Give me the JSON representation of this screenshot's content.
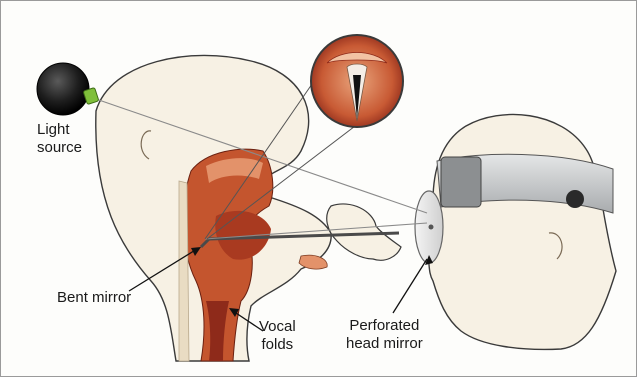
{
  "labels": {
    "light_source": "Light\nsource",
    "bent_mirror": "Bent mirror",
    "vocal_folds": "Vocal\nfolds",
    "head_mirror": "Perforated\nhead mirror"
  },
  "colors": {
    "outline": "#3a3a3a",
    "skin": "#f7f1e4",
    "tissue_dark": "#8e2a1a",
    "tissue_mid": "#c4552e",
    "tissue_light": "#e3926a",
    "headband": "#c9cbcc",
    "light_ball": "#1e1e1e",
    "lamp_glow": "#7fbf3a",
    "pointer": "#111111"
  }
}
